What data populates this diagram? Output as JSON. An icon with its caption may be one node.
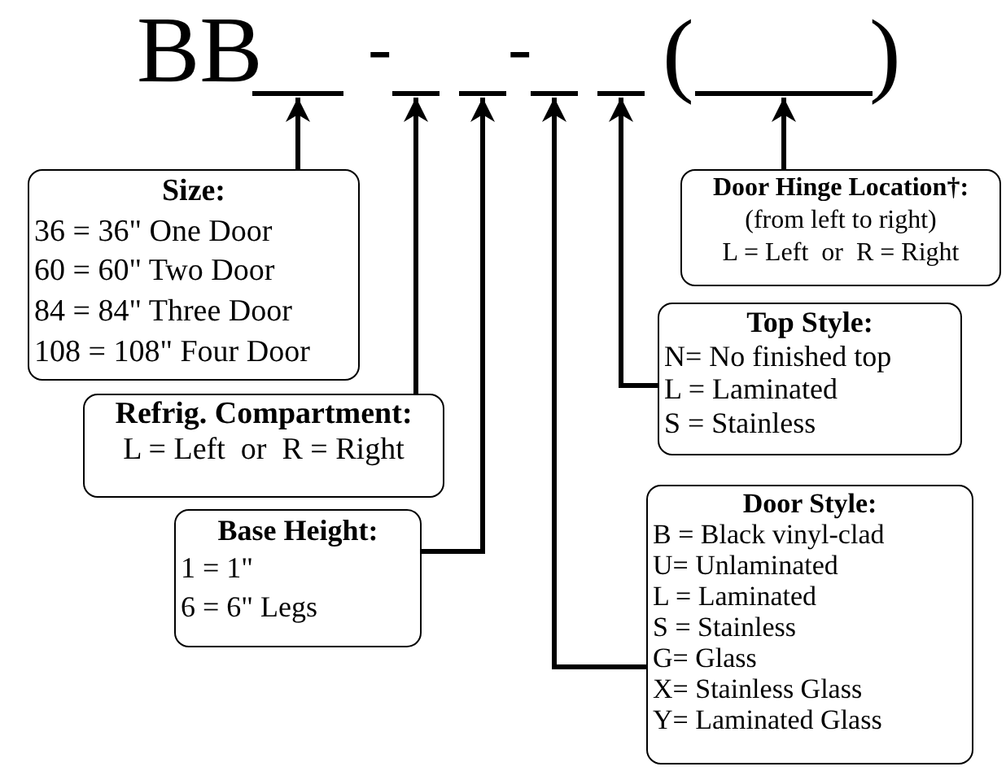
{
  "diagram": {
    "nodes": [
      {
        "text": [],
        "shape": "bar"
      },
      {
        "text": [],
        "shape": "bar"
      },
      {
        "text": [],
        "shape": "bar"
      },
      {
        "text": [],
        "shape": "bar"
      },
      {
        "text": [],
        "shape": "bar"
      },
      {
        "text": [],
        "shape": "bar"
      },
      {
        "text": [
          "Size:",
          "36 = 36\" One Door",
          "60 = 60\" Two Door",
          "84 = 84\" Three Door",
          "108 = 108\" Four Door"
        ]
      },
      {
        "text": [
          "Refrig. Compartment:",
          "L = Left  or  R = Right"
        ]
      },
      {
        "text": [
          "Base Height:",
          "1 = 1\"",
          "6 = 6\" Legs"
        ]
      },
      {
        "text": [
          "Door Hinge Location†:",
          "(from left to right)",
          "L = Left  or  R = Right"
        ]
      },
      {
        "text": [
          "Top Style:",
          "N= No finished top",
          "L = Laminated",
          "S = Stainless"
        ]
      },
      {
        "text": [
          "Door Style:",
          "B = Black vinyl-clad",
          "U= Unlaminated",
          "L = Laminated",
          "S = Stainless",
          "G= Glass",
          "X= Stainless Glass",
          "Y= Laminated Glass"
        ]
      }
    ],
    "edges": [
      {
        "from": 6,
        "to": 0,
        "arrow": "to"
      },
      {
        "from": 7,
        "to": 1,
        "arrow": "to"
      },
      {
        "from": 8,
        "to": 2,
        "arrow": "to"
      },
      {
        "from": 11,
        "to": 3,
        "arrow": "to"
      },
      {
        "from": 10,
        "to": 4,
        "arrow": "to"
      },
      {
        "from": 9,
        "to": 5,
        "arrow": "to"
      }
    ],
    "labels": [
      "BB",
      "-",
      "-",
      "(",
      ")"
    ]
  }
}
